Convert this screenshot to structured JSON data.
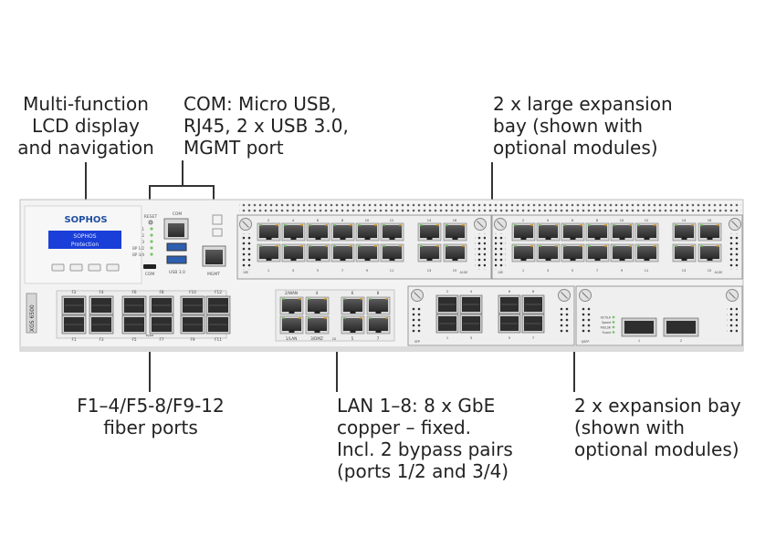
{
  "callouts": {
    "lcd": [
      "Multi-function",
      "LCD display",
      "and navigation"
    ],
    "com": [
      "COM: Micro USB,",
      "RJ45, 2 x USB 3.0,",
      "MGMT port"
    ],
    "large_bay": [
      "2 x large expansion",
      "bay (shown with",
      "optional modules)"
    ],
    "fiber": [
      "F1–4/F5-8/F9-12",
      "fiber ports"
    ],
    "lan": [
      "LAN 1–8: 8 x GbE",
      "copper – fixed.",
      "Incl. 2 bypass pairs",
      "(ports 1/2 and 3/4)"
    ],
    "exp_bay": [
      "2 x expansion bay",
      "(shown with",
      "optional modules)"
    ]
  },
  "device": {
    "brand": "SOPHOS",
    "lcd_line1": "SOPHOS",
    "lcd_line2": "Protection",
    "model": "XGS 6500",
    "reset": "RESET",
    "com_label": "COM",
    "com_port_label": "COM",
    "usb_label": "USB 3.0",
    "mgmt_label": "MGMT",
    "led_labels": [
      "1",
      "2",
      "3",
      "BP 1/2",
      "BP 3/4"
    ],
    "fiber_top": [
      "F2",
      "F4",
      "F6",
      "F8",
      "F10",
      "F12"
    ],
    "fiber_bottom": [
      "F1",
      "F3",
      "F5",
      "F7",
      "F9",
      "F11"
    ],
    "bypass_label": "bypa",
    "lan_top": [
      "2/WAN",
      "4",
      "6",
      "8"
    ],
    "lan_bottom": [
      "1/LAN",
      "3/DMZ",
      "5",
      "7"
    ],
    "lan_small": "2G",
    "large_top": [
      "2",
      "4",
      "6",
      "8",
      "10",
      "12",
      "14",
      "16"
    ],
    "large_bottom": [
      "1",
      "3",
      "5",
      "7",
      "9",
      "11",
      "13",
      "15"
    ],
    "large_side": [
      "10E",
      "A1GE"
    ],
    "sfp_label": "SFP",
    "qsfp_label": "QSFP",
    "qsfp_status": [
      "ACT/LK",
      "Speed",
      "RX/LSK",
      "Fused"
    ],
    "sfp_top": [
      "2",
      "4",
      "6",
      "8"
    ],
    "sfp_bottom": [
      "1",
      "3",
      "5",
      "7"
    ],
    "qsfp_ports": [
      "1",
      "2"
    ]
  }
}
